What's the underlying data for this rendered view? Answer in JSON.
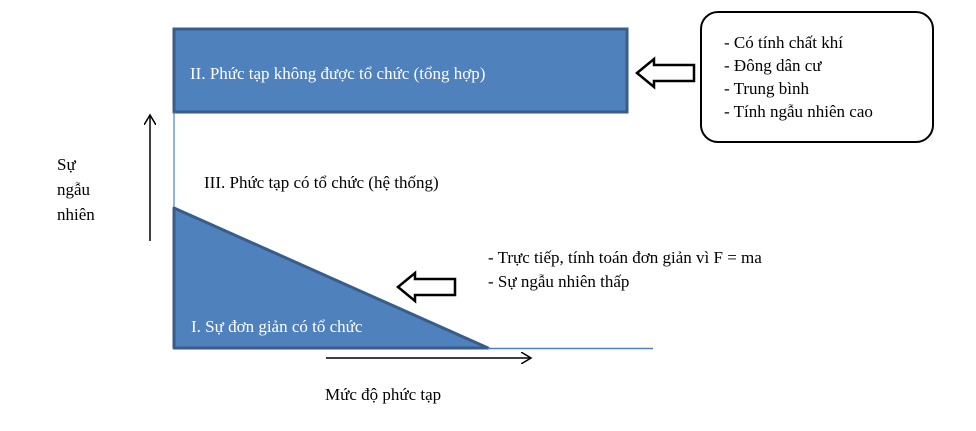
{
  "regions": {
    "unorganized": "II. Phức tạp không được tổ chức (tổng hợp)",
    "organized": "III. Phức tạp có tổ chức (hệ thống)",
    "simple": "I. Sự đơn giản có tổ chức"
  },
  "callout_top": [
    "- Có tính chất khí",
    "- Đông dân cư",
    "- Trung bình",
    "- Tính ngẫu nhiên cao"
  ],
  "callout_bottom": [
    "- Trực tiếp, tính toán đơn giản vì F = ma",
    "- Sự ngẫu nhiên thấp"
  ],
  "y_axis_label": [
    "Sự",
    "ngẫu",
    "nhiên"
  ],
  "x_axis_label": "Mức độ phức tạp",
  "colors": {
    "fill": "#4F81BD",
    "stroke": "#385D8A"
  }
}
